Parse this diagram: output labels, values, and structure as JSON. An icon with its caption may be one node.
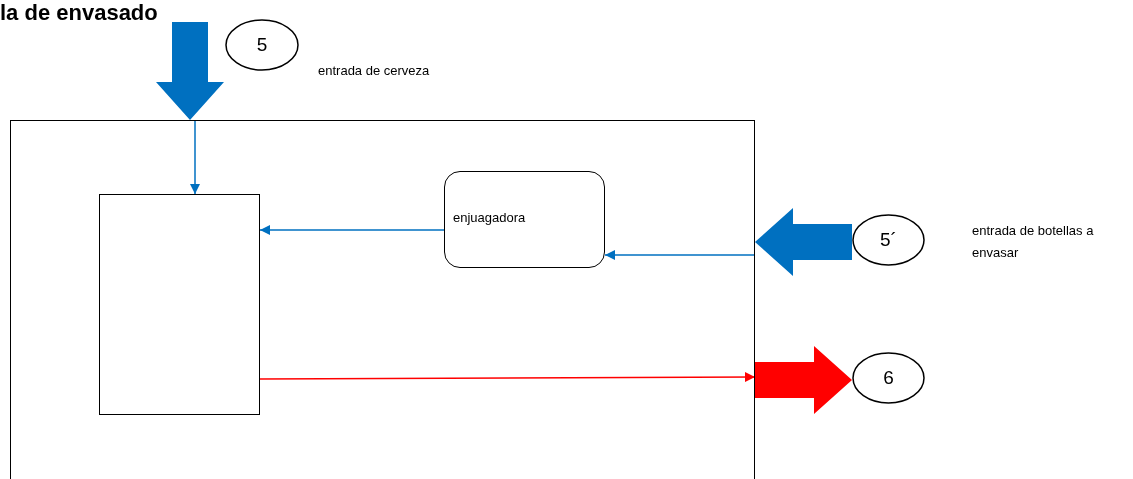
{
  "diagram": {
    "title": "la de envasado",
    "nodes": [
      {
        "text": [],
        "shape": "box"
      },
      {
        "text": [],
        "shape": "box",
        "in": 0
      },
      {
        "text": [
          "enjuagadora"
        ],
        "in": 0
      },
      {
        "text": [
          "5"
        ],
        "beside": [
          "entrada de cerveza"
        ]
      },
      {
        "text": [
          "5´"
        ],
        "beside": [
          "entrada de botellas a envasar"
        ]
      },
      {
        "text": [
          "6"
        ]
      }
    ],
    "edges": [
      {
        "from": null,
        "to": 0,
        "arrow": "to",
        "style": "thick"
      },
      {
        "from": 0,
        "to": 1,
        "arrow": "to"
      },
      {
        "from": 2,
        "to": 1,
        "arrow": "to"
      },
      {
        "from": 4,
        "to": 0,
        "arrow": "to",
        "style": "thick"
      },
      {
        "from": 0,
        "to": 2,
        "arrow": "to"
      },
      {
        "from": 1,
        "to": 0,
        "arrow": "to",
        "color": "#ff0000"
      },
      {
        "from": 0,
        "to": 5,
        "arrow": "to",
        "style": "thick",
        "color": "#ff0000"
      }
    ]
  }
}
